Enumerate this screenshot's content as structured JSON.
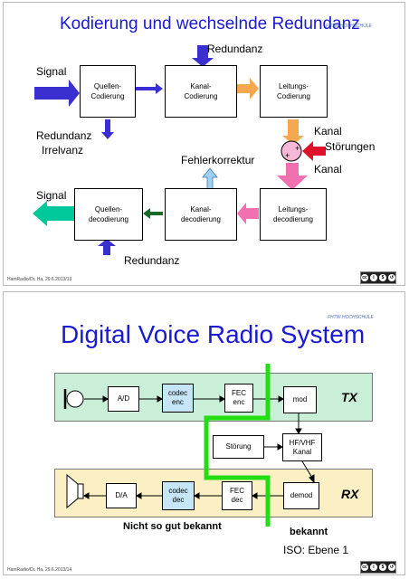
{
  "slide1": {
    "title": "Kodierung und wechselnde Redundanz",
    "logo_text": "FHTW HOCHSCHULE",
    "labels": {
      "signal_in": "Signal",
      "redundanz_top": "Redundanz",
      "redundanz_irrelevanz_1": "Redundanz",
      "redundanz_irrelevanz_2": "Irrelvanz",
      "kanal_top": "Kanal",
      "stoerungen": "Störungen",
      "kanal_bottom": "Kanal",
      "fehlerkorrektur": "Fehlerkorrektur",
      "signal_out": "Signal",
      "redundanz_bottom": "Redundanz",
      "mixer_plus_1": "+",
      "mixer_plus_2": "+"
    },
    "boxes": {
      "quellen_codierung": "Quellen-\nCodierung",
      "kanal_codierung": "Kanal-\nCodierung",
      "leitungs_codierung": "Leitungs-\nCodierung",
      "quellen_decodierung": "Quellen-\ndecodierung",
      "kanal_decodierung": "Kanal-\ndecodierung",
      "leitungs_decodierung": "Leitungs-\ndecodierung"
    },
    "footer": "HamRadio/Dr. Ha, 29.6.2013/13",
    "license": "CC BY NC SA"
  },
  "slide2": {
    "title": "Digital Voice Radio System",
    "logo_text": "FHTW HOCHSCHULE",
    "tx_label": "TX",
    "rx_label": "RX",
    "tx_blocks": {
      "ad": "A/D",
      "codec_enc": "codec\nenc",
      "fec_enc": "FEC\nenc",
      "mod": "mod"
    },
    "channel_blocks": {
      "stoerung": "Störung",
      "hf_vhf_kanal": "HF/VHF\nKanal"
    },
    "rx_blocks": {
      "da": "D/A",
      "codec_dec": "codec\ndec",
      "fec_dec": "FEC\ndec",
      "demod": "demod"
    },
    "caption_left": "Nicht so gut bekannt",
    "caption_right": "bekannt",
    "iso_label": "ISO: Ebene 1",
    "footer": "HamRadio/Dr. Ha, 29.6.2013/14",
    "license": "CC BY NC SA"
  },
  "colors": {
    "title_blue": "#1a1ad0",
    "arrow_blue": "#3a2fd0",
    "arrow_light_blue": "#9fd0f0",
    "arrow_orange": "#f6a850",
    "arrow_pink": "#f070b0",
    "arrow_red": "#e0102a",
    "arrow_green_teal": "#00c89a",
    "arrow_dark_green": "#1a6a2a",
    "mixer_pink": "#f7b8d8",
    "tx_band": "#c9efd8",
    "rx_band": "#faf0c4",
    "codec_box": "#c6e6f7",
    "cut_line_green": "#22dd11"
  }
}
